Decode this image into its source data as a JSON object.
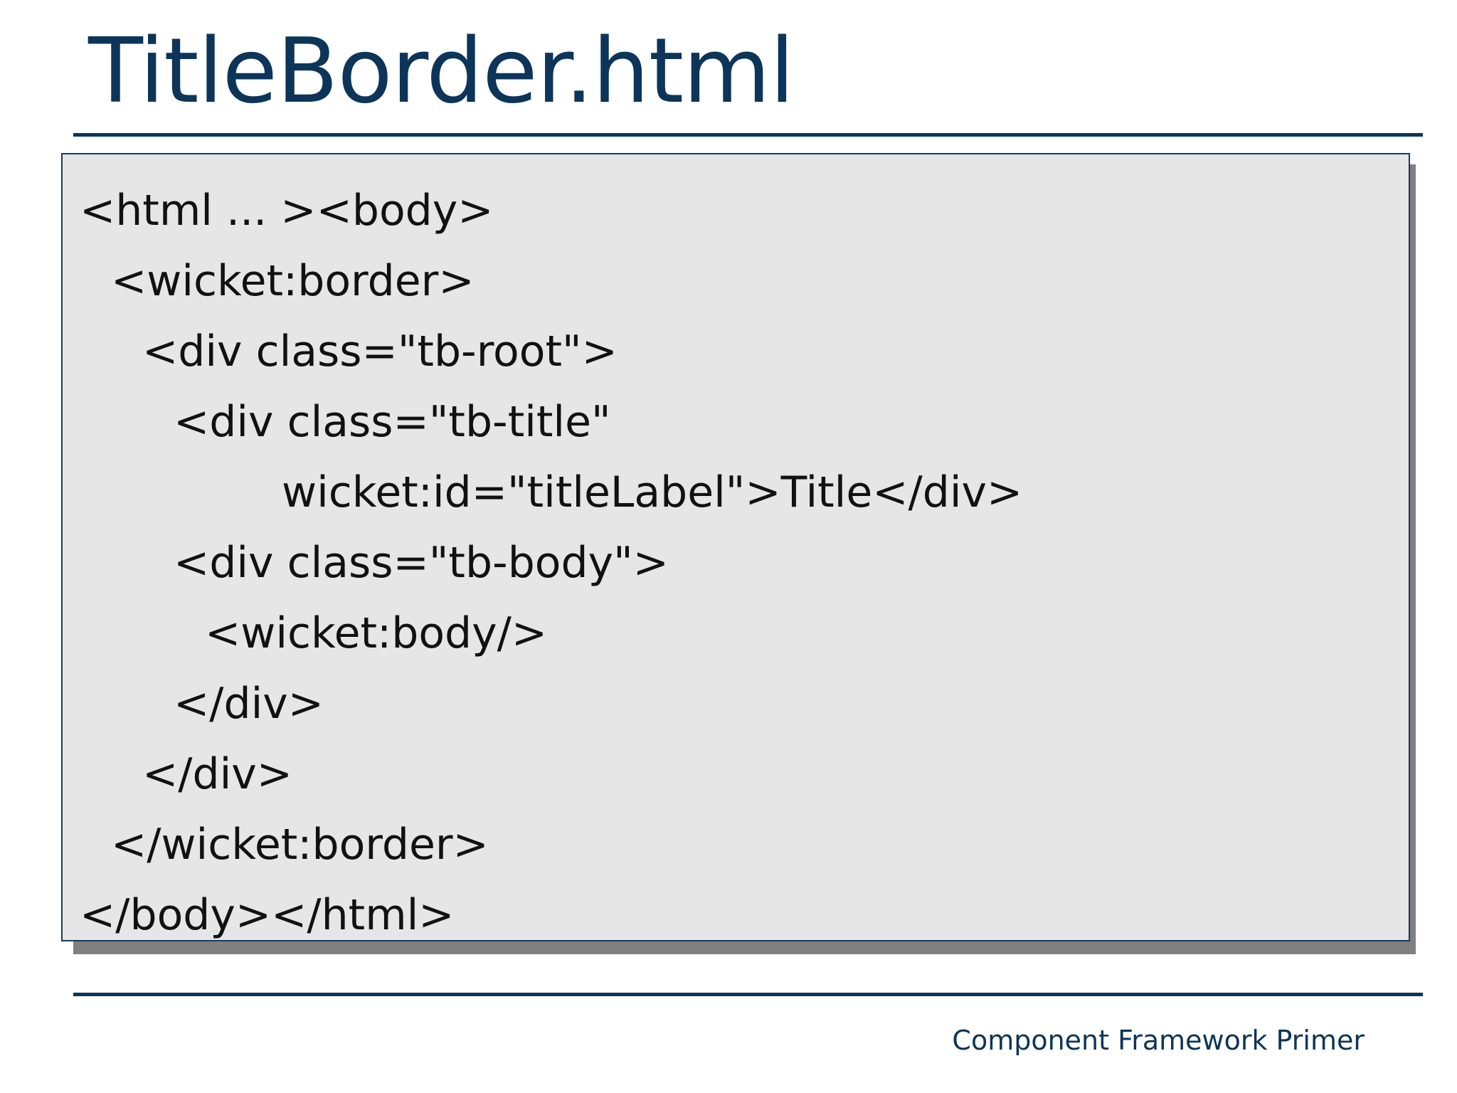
{
  "slide": {
    "title": "TitleBorder.html",
    "footer": "Component Framework Primer"
  },
  "code": {
    "lines": [
      {
        "indent": 0,
        "text": "<html ... ><body>"
      },
      {
        "indent": 1,
        "text": "<wicket:border>"
      },
      {
        "indent": 2,
        "text": "<div class=\"tb-root\">"
      },
      {
        "indent": 3,
        "text": "<div class=\"tb-title\""
      },
      {
        "indent": 5,
        "text": "wicket:id=\"titleLabel\">Title</div>"
      },
      {
        "indent": 3,
        "text": "<div class=\"tb-body\">"
      },
      {
        "indent": 4,
        "text": "<wicket:body/>"
      },
      {
        "indent": 3,
        "text": "</div>"
      },
      {
        "indent": 2,
        "text": "</div>"
      },
      {
        "indent": 1,
        "text": "</wicket:border>"
      },
      {
        "indent": 0,
        "text": "</body></html>"
      }
    ]
  }
}
